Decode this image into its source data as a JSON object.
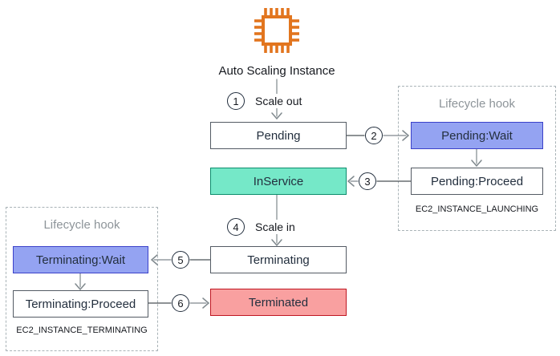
{
  "diagram": {
    "title": "Auto Scaling Instance",
    "states": {
      "pending": "Pending",
      "in_service": "InService",
      "terminating": "Terminating",
      "terminated": "Terminated"
    },
    "hooks": {
      "launching": {
        "title": "Lifecycle hook",
        "wait": "Pending:Wait",
        "proceed": "Pending:Proceed",
        "code": "EC2_INSTANCE_LAUNCHING"
      },
      "terminating": {
        "title": "Lifecycle hook",
        "wait": "Terminating:Wait",
        "proceed": "Terminating:Proceed",
        "code": "EC2_INSTANCE_TERMINATING"
      }
    },
    "steps": [
      {
        "num": "1",
        "label": "Scale out"
      },
      {
        "num": "2",
        "label": ""
      },
      {
        "num": "3",
        "label": ""
      },
      {
        "num": "4",
        "label": "Scale in"
      },
      {
        "num": "5",
        "label": ""
      },
      {
        "num": "6",
        "label": ""
      }
    ],
    "colors": {
      "accent_orange": "#E2751E",
      "wait_fill": "#94A3F2",
      "wait_border": "#3B41C9",
      "in_service_fill": "#75E8C8",
      "in_service_border": "#0B8C6C",
      "terminated_fill": "#F9A0A0",
      "terminated_border": "#BF1722",
      "box_border": "#545B64",
      "text": "#232F3E",
      "hook_title_gray": "#8D9499",
      "connector_gray": "#7F888D"
    }
  }
}
